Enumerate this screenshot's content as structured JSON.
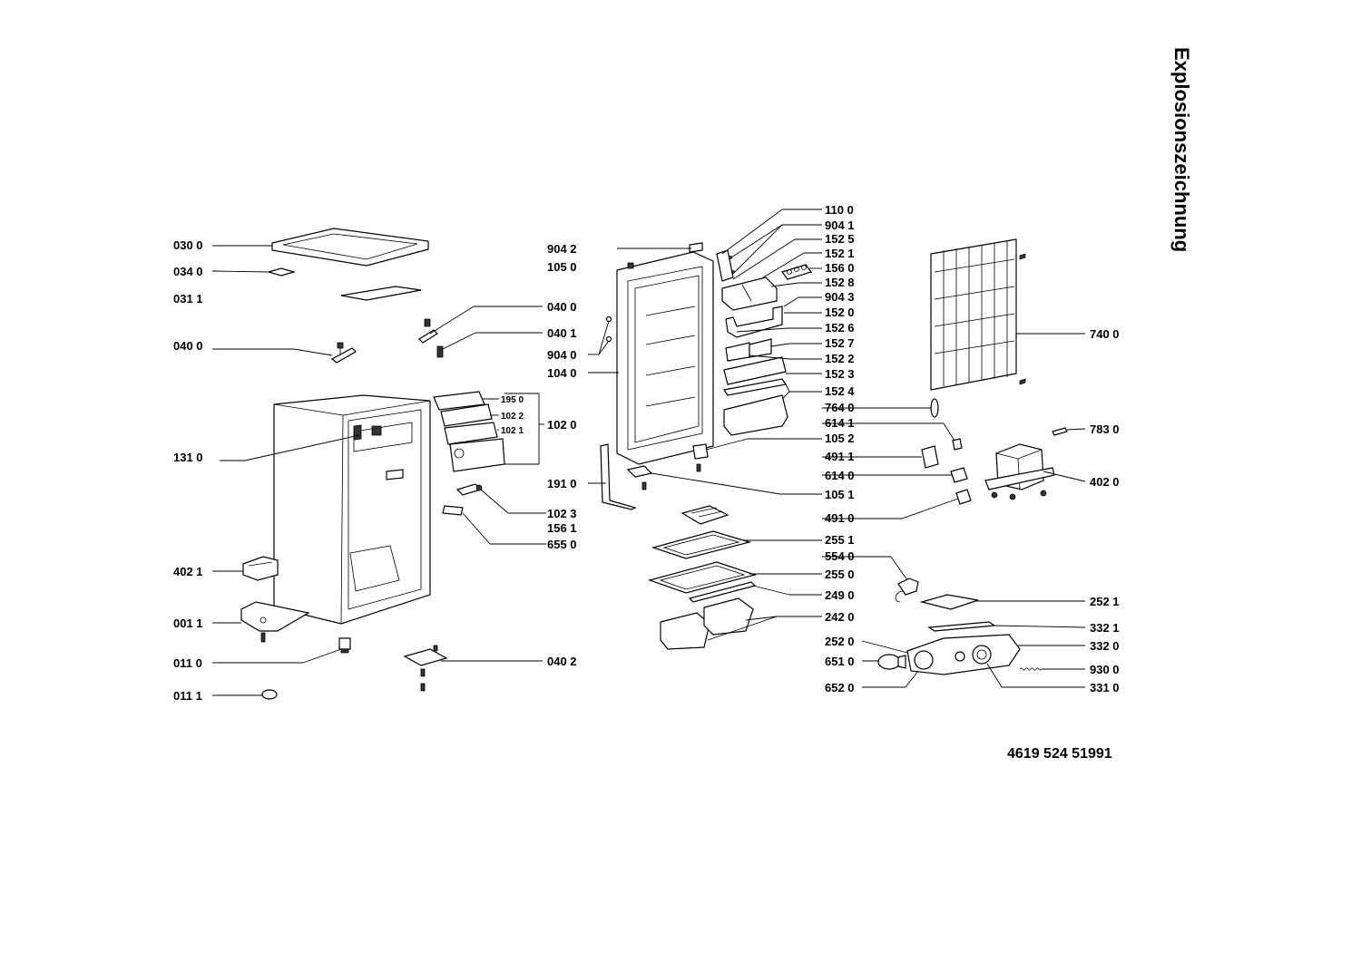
{
  "title": "Explosionszeichnung",
  "document_number": "4619 524 51991",
  "labels": {
    "p0300": "030 0",
    "p0340": "034 0",
    "p0311": "031 1",
    "p0400a": "040 0",
    "p1310": "131 0",
    "p4021": "402 1",
    "p0011": "001 1",
    "p0110": "011 0",
    "p0111": "011 1",
    "p9042": "904 2",
    "p1050": "105 0",
    "p0400b": "040 0",
    "p0401": "040 1",
    "p9040": "904 0",
    "p1040": "104 0",
    "p1020": "102 0",
    "p1910": "191 0",
    "p1023": "102 3",
    "p1561": "156 1",
    "p6550": "655 0",
    "p0402": "040 2",
    "p1950": "195 0",
    "p1022": "102 2",
    "p1021": "102 1",
    "p1100": "110 0",
    "p9041": "904 1",
    "p1525": "152 5",
    "p1521": "152 1",
    "p1560": "156 0",
    "p1528": "152 8",
    "p9043": "904 3",
    "p1520": "152 0",
    "p1526": "152 6",
    "p1527": "152 7",
    "p1522": "152 2",
    "p1523": "152 3",
    "p1524": "152 4",
    "p7640": "764 0",
    "p6141": "614 1",
    "p1052": "105 2",
    "p4911": "491 1",
    "p6140": "614 0",
    "p1051": "105 1",
    "p4910": "491 0",
    "p2551": "255 1",
    "p5540": "554 0",
    "p2550": "255 0",
    "p2490": "249 0",
    "p2420": "242 0",
    "p2520": "252 0",
    "p6510": "651 0",
    "p6520": "652 0",
    "p7400": "740 0",
    "p7830": "783 0",
    "p4020": "402 0",
    "p2521": "252 1",
    "p3321": "332 1",
    "p3320": "332 0",
    "p9300": "930 0",
    "p3310": "331 0"
  }
}
